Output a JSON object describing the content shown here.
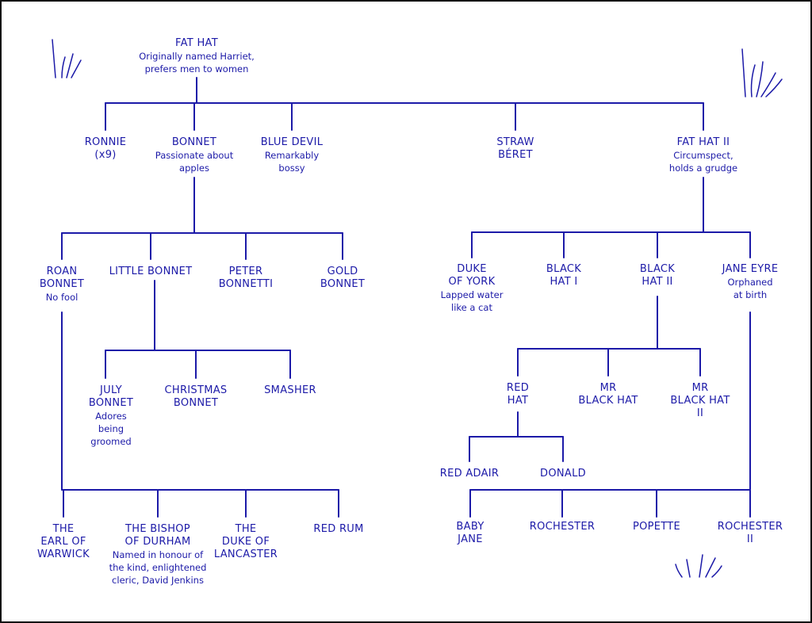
{
  "colors": {
    "ink": "#1c1aa8",
    "frame": "#111111",
    "paper": "#ffffff"
  },
  "nodes": {
    "fathat": {
      "name": [
        "FAT HAT"
      ],
      "note": [
        "Originally named Harriet,",
        "prefers men to women"
      ]
    },
    "ronnie": {
      "name": [
        "RONNIE",
        "(x9)"
      ],
      "note": []
    },
    "bonnet": {
      "name": [
        "BONNET"
      ],
      "note": [
        "Passionate about",
        "apples"
      ]
    },
    "bluedevil": {
      "name": [
        "BLUE DEVIL"
      ],
      "note": [
        "Remarkably",
        "bossy"
      ]
    },
    "straw": {
      "name": [
        "STRAW",
        "BÉRET"
      ],
      "note": []
    },
    "fathat2": {
      "name": [
        "FAT HAT II"
      ],
      "note": [
        "Circumspect,",
        "holds a grudge"
      ]
    },
    "roanbonnet": {
      "name": [
        "ROAN",
        "BONNET"
      ],
      "note": [
        "No fool"
      ]
    },
    "littlebonnet": {
      "name": [
        "LITTLE BONNET"
      ],
      "note": []
    },
    "peterbonnetti": {
      "name": [
        "PETER",
        "BONNETTI"
      ],
      "note": []
    },
    "goldbonnet": {
      "name": [
        "GOLD",
        "BONNET"
      ],
      "note": []
    },
    "julybonnet": {
      "name": [
        "JULY",
        "BONNET"
      ],
      "note": [
        "Adores",
        "being",
        "groomed"
      ]
    },
    "christmasbonnet": {
      "name": [
        "CHRISTMAS",
        "BONNET"
      ],
      "note": []
    },
    "smasher": {
      "name": [
        "SMASHER"
      ],
      "note": []
    },
    "earlofwarwick": {
      "name": [
        "THE",
        "EARL OF",
        "WARWICK"
      ],
      "note": []
    },
    "bishopofdurham": {
      "name": [
        "THE BISHOP",
        "OF DURHAM"
      ],
      "note": [
        "Named in honour of",
        "the kind, enlightened",
        "cleric, David Jenkins"
      ]
    },
    "dukeoflancaster": {
      "name": [
        "THE",
        "DUKE OF",
        "LANCASTER"
      ],
      "note": []
    },
    "redrum": {
      "name": [
        "RED RUM"
      ],
      "note": []
    },
    "dukeofyork": {
      "name": [
        "DUKE",
        "OF YORK"
      ],
      "note": [
        "Lapped water",
        "like a cat"
      ]
    },
    "blackhat1": {
      "name": [
        "BLACK",
        "HAT I"
      ],
      "note": []
    },
    "blackhat2": {
      "name": [
        "BLACK",
        "HAT II"
      ],
      "note": []
    },
    "janeeyre": {
      "name": [
        "JANE EYRE"
      ],
      "note": [
        "Orphaned",
        "at birth"
      ]
    },
    "redhat": {
      "name": [
        "RED",
        "HAT"
      ],
      "note": []
    },
    "mrblackhat": {
      "name": [
        "MR",
        "BLACK HAT"
      ],
      "note": []
    },
    "mrblackhat2": {
      "name": [
        "MR",
        "BLACK HAT",
        "II"
      ],
      "note": []
    },
    "redadair": {
      "name": [
        "RED ADAIR"
      ],
      "note": []
    },
    "donald": {
      "name": [
        "DONALD"
      ],
      "note": []
    },
    "babyjane": {
      "name": [
        "BABY",
        "JANE"
      ],
      "note": []
    },
    "rochester": {
      "name": [
        "ROCHESTER"
      ],
      "note": []
    },
    "popette": {
      "name": [
        "POPETTE"
      ],
      "note": []
    },
    "rochester2": {
      "name": [
        "ROCHESTER",
        "II"
      ],
      "note": []
    }
  }
}
